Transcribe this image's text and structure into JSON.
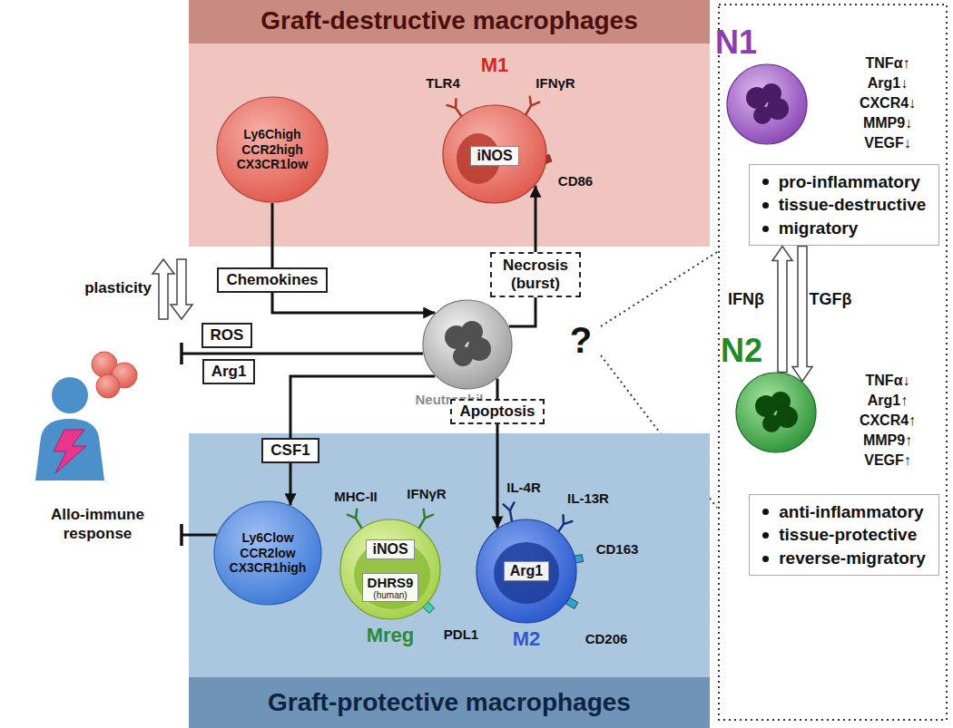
{
  "diagram": {
    "nodes": [
      {
        "text": [
          "Graft-destructive macrophages"
        ]
      },
      {
        "text": [
          "Ly6Chigh CCR2high CX3CR1low"
        ],
        "in": 0
      },
      {
        "text": [
          "M1"
        ],
        "in": 0
      },
      {
        "text": [
          "iNOS"
        ],
        "in": 2
      },
      {
        "text": [
          "Graft-protective macrophages"
        ]
      },
      {
        "text": [
          "Ly6Clow CCR2low CX3CR1high"
        ],
        "in": 4
      },
      {
        "text": [
          "Mreg"
        ],
        "in": 4
      },
      {
        "text": [
          "iNOS"
        ],
        "in": 6
      },
      {
        "text": [
          "DHRS9",
          "(human)"
        ],
        "in": 6
      },
      {
        "text": [
          "M2"
        ],
        "in": 4
      },
      {
        "text": [
          "Arg1"
        ],
        "in": 9
      },
      {
        "text": [
          "Chemokines"
        ]
      },
      {
        "text": [
          "Necrosis (burst)"
        ]
      },
      {
        "text": [
          "Neutrophil"
        ]
      },
      {
        "text": [
          "Apoptosis"
        ]
      },
      {
        "text": [
          "CSF1"
        ]
      },
      {
        "text": [
          "ROS"
        ]
      },
      {
        "text": [
          "Arg1"
        ]
      },
      {
        "text": [
          "Allo-immune response"
        ]
      },
      {
        "text": [
          "N1"
        ]
      },
      {
        "text": [
          "pro-inflammatory",
          "tissue-destructive",
          "migratory"
        ]
      },
      {
        "text": [
          "N2"
        ]
      },
      {
        "text": [
          "anti-inflammatory",
          "tissue-protective",
          "reverse-migratory"
        ]
      }
    ],
    "edges": [
      {
        "from": 1,
        "to": 11,
        "arrow": "none"
      },
      {
        "from": 11,
        "to": 13,
        "arrow": "to"
      },
      {
        "from": 13,
        "to": 12,
        "arrow": "none"
      },
      {
        "from": 12,
        "to": 2,
        "arrow": "to"
      },
      {
        "from": 13,
        "to": 15,
        "arrow": "none"
      },
      {
        "from": 15,
        "to": 5,
        "arrow": "to"
      },
      {
        "from": 13,
        "to": 14,
        "arrow": "none"
      },
      {
        "from": 14,
        "to": 9,
        "arrow": "to"
      },
      {
        "from": 13,
        "to": 18,
        "arrow": "to"
      },
      {
        "from": 5,
        "to": 18,
        "arrow": "to"
      },
      {
        "from": 21,
        "to": 20,
        "label": "IFNβ",
        "arrow": "to"
      },
      {
        "from": 20,
        "to": 21,
        "label": "TGFβ",
        "arrow": "to"
      }
    ],
    "labels": [
      "TLR4",
      "IFNγR",
      "CD86",
      "MHC-II",
      "IFNγR",
      "PDL1",
      "IL-4R",
      "IL-13R",
      "CD163",
      "CD206",
      "plasticity",
      "?",
      "TNFα↑",
      "Arg1↓",
      "CXCR4↓",
      "MMP9↓",
      "VEGF↓",
      "TNFα↓",
      "Arg1↑",
      "CXCR4↑",
      "MMP9↑",
      "VEGF↑"
    ]
  }
}
